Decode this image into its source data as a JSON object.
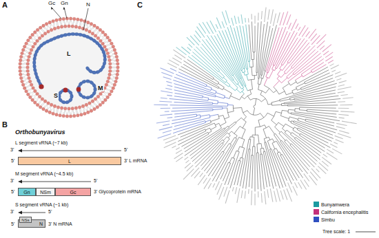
{
  "diagram": {
    "nodes": [
      {
        "text": [
          "L"
        ]
      },
      {
        "text": [
          "Gn"
        ]
      },
      {
        "text": [
          "NSm"
        ]
      },
      {
        "text": [
          "Gc"
        ]
      },
      {
        "text": [
          "NSs"
        ]
      },
      {
        "text": [
          "N"
        ]
      }
    ],
    "labels": [
      "A",
      "Gc",
      "Gn",
      "N",
      "L",
      "S",
      "M",
      "B",
      "Orthobunyavirus",
      "L segment vRNA (~7 kb)",
      "3'",
      "5'",
      "5'",
      "3' L mRNA",
      "M segment vRNA (~4.5 kb)",
      "3'",
      "5'",
      "5'",
      "3' Glycoprotein mRNA",
      "S segment vRNA (~1 kb)",
      "3'",
      "5'",
      "5'",
      "3' N mRNA",
      "C",
      "Tree scale: 1"
    ],
    "legend": [
      {
        "text": "Bunyamwera",
        "color": "#1b9aa0"
      },
      {
        "text": "California encephalitis",
        "color": "#c4307a"
      },
      {
        "text": "Simbu",
        "color": "#2f4fc0"
      }
    ]
  }
}
